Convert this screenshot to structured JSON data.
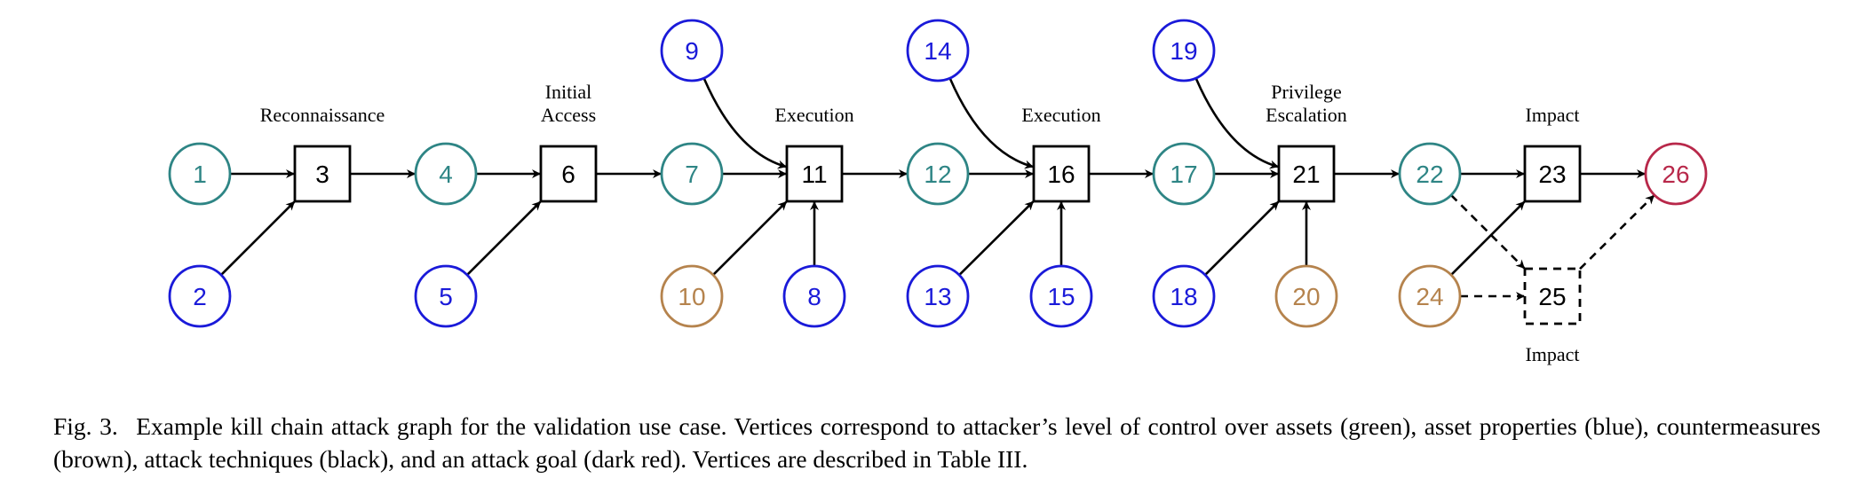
{
  "colors": {
    "asset_control": "#2e8585",
    "asset_property": "#1a1ad9",
    "countermeasure": "#b5834d",
    "attack_technique": "#000000",
    "attack_goal": "#b8284a"
  },
  "nodes": [
    {
      "id": "1",
      "type": "asset_control",
      "shape": "circle"
    },
    {
      "id": "2",
      "type": "asset_property",
      "shape": "circle"
    },
    {
      "id": "3",
      "type": "attack_technique",
      "shape": "square"
    },
    {
      "id": "4",
      "type": "asset_control",
      "shape": "circle"
    },
    {
      "id": "5",
      "type": "asset_property",
      "shape": "circle"
    },
    {
      "id": "6",
      "type": "attack_technique",
      "shape": "square"
    },
    {
      "id": "7",
      "type": "asset_control",
      "shape": "circle"
    },
    {
      "id": "8",
      "type": "asset_property",
      "shape": "circle"
    },
    {
      "id": "9",
      "type": "asset_property",
      "shape": "circle"
    },
    {
      "id": "10",
      "type": "countermeasure",
      "shape": "circle"
    },
    {
      "id": "11",
      "type": "attack_technique",
      "shape": "square"
    },
    {
      "id": "12",
      "type": "asset_control",
      "shape": "circle"
    },
    {
      "id": "13",
      "type": "asset_property",
      "shape": "circle"
    },
    {
      "id": "14",
      "type": "asset_property",
      "shape": "circle"
    },
    {
      "id": "15",
      "type": "asset_property",
      "shape": "circle"
    },
    {
      "id": "16",
      "type": "attack_technique",
      "shape": "square"
    },
    {
      "id": "17",
      "type": "asset_control",
      "shape": "circle"
    },
    {
      "id": "18",
      "type": "asset_property",
      "shape": "circle"
    },
    {
      "id": "19",
      "type": "asset_property",
      "shape": "circle"
    },
    {
      "id": "20",
      "type": "countermeasure",
      "shape": "circle"
    },
    {
      "id": "21",
      "type": "attack_technique",
      "shape": "square"
    },
    {
      "id": "22",
      "type": "asset_control",
      "shape": "circle"
    },
    {
      "id": "23",
      "type": "attack_technique",
      "shape": "square"
    },
    {
      "id": "24",
      "type": "countermeasure",
      "shape": "circle"
    },
    {
      "id": "25",
      "type": "attack_technique",
      "shape": "square",
      "dashed": true
    },
    {
      "id": "26",
      "type": "attack_goal",
      "shape": "circle"
    }
  ],
  "edges": [
    {
      "from": "1",
      "to": "3"
    },
    {
      "from": "2",
      "to": "3"
    },
    {
      "from": "3",
      "to": "4"
    },
    {
      "from": "4",
      "to": "6"
    },
    {
      "from": "5",
      "to": "6"
    },
    {
      "from": "6",
      "to": "7"
    },
    {
      "from": "7",
      "to": "11"
    },
    {
      "from": "9",
      "to": "11",
      "curved": true
    },
    {
      "from": "10",
      "to": "11"
    },
    {
      "from": "8",
      "to": "11"
    },
    {
      "from": "11",
      "to": "12"
    },
    {
      "from": "12",
      "to": "16"
    },
    {
      "from": "14",
      "to": "16",
      "curved": true
    },
    {
      "from": "13",
      "to": "16"
    },
    {
      "from": "15",
      "to": "16"
    },
    {
      "from": "16",
      "to": "17"
    },
    {
      "from": "17",
      "to": "21"
    },
    {
      "from": "19",
      "to": "21",
      "curved": true
    },
    {
      "from": "18",
      "to": "21"
    },
    {
      "from": "20",
      "to": "21"
    },
    {
      "from": "21",
      "to": "22"
    },
    {
      "from": "22",
      "to": "23"
    },
    {
      "from": "24",
      "to": "23"
    },
    {
      "from": "23",
      "to": "26"
    },
    {
      "from": "22",
      "to": "25",
      "dashed": true
    },
    {
      "from": "24",
      "to": "25",
      "dashed": true
    },
    {
      "from": "25",
      "to": "26",
      "dashed": true
    }
  ],
  "stage_labels": [
    {
      "node": "3",
      "lines": [
        "Reconnaissance"
      ]
    },
    {
      "node": "6",
      "lines": [
        "Initial",
        "Access"
      ]
    },
    {
      "node": "11",
      "lines": [
        "Execution"
      ]
    },
    {
      "node": "16",
      "lines": [
        "Execution"
      ]
    },
    {
      "node": "21",
      "lines": [
        "Privilege",
        "Escalation"
      ]
    },
    {
      "node": "23",
      "lines": [
        "Impact"
      ]
    },
    {
      "node": "25",
      "lines": [
        "Impact"
      ],
      "below": true
    }
  ],
  "caption": {
    "figure": "Fig. 3.",
    "text": "Example kill chain attack graph for the validation use case. Vertices correspond to attacker’s level of control over assets (green), asset properties (blue), countermeasures (brown), attack techniques (black), and an attack goal (dark red). Vertices are described in Table III."
  }
}
